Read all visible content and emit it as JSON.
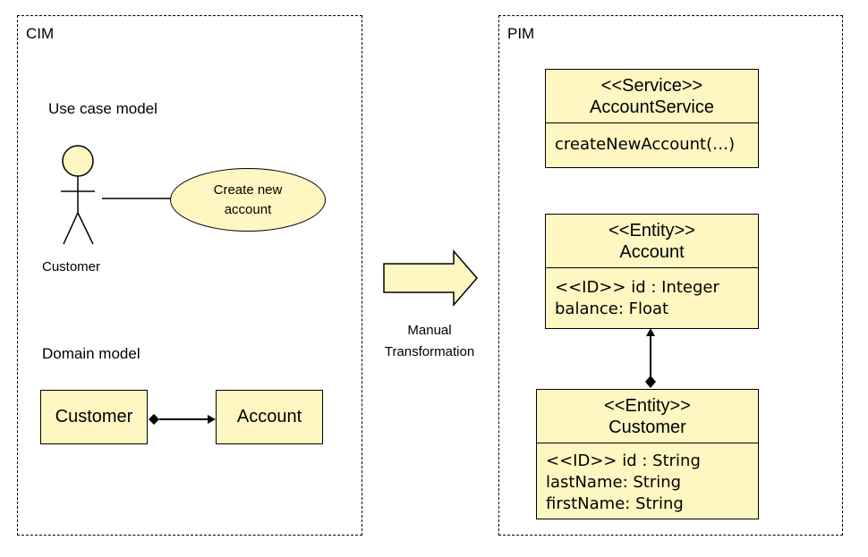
{
  "cim": {
    "title": "CIM",
    "use_case_heading": "Use case model",
    "actor_name": "Customer",
    "use_case": "Create new account",
    "domain_heading": "Domain model",
    "domain_customer": "Customer",
    "domain_account": "Account"
  },
  "transformation": {
    "line1": "Manual",
    "line2": "Transformation"
  },
  "pim": {
    "title": "PIM",
    "service": {
      "stereotype": "<<Service>>",
      "name": "AccountService",
      "operation": "createNewAccount(…)"
    },
    "account": {
      "stereotype": "<<Entity>>",
      "name": "Account",
      "attr1": "<<ID>> id : Integer",
      "attr2": "balance: Float"
    },
    "customer": {
      "stereotype": "<<Entity>>",
      "name": "Customer",
      "attr1": "<<ID>> id : String",
      "attr2": "lastName: String",
      "attr3": "firstName: String"
    }
  },
  "colors": {
    "box_fill": "#fff7c2",
    "stroke": "#000000"
  }
}
